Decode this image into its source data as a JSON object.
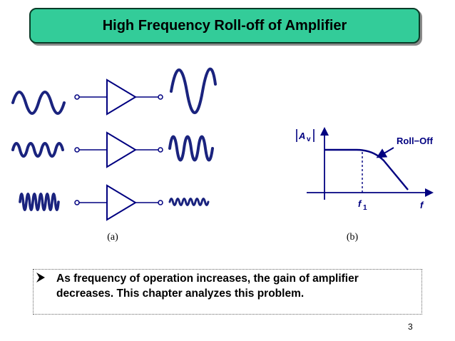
{
  "slide": {
    "title": "High Frequency Roll-off of Amplifier",
    "bullet_text": "As frequency of operation increases, the gain of amplifier decreases.  This chapter analyzes this problem.",
    "page_number": "3"
  },
  "figure_a": {
    "caption": "(a)"
  },
  "figure_b": {
    "caption": "(b)",
    "y_axis_label_A": "A",
    "y_axis_label_sub": "v",
    "x_axis_label": "f",
    "cutoff_label": "f",
    "cutoff_sub": "1",
    "annotation": "Roll−Off"
  },
  "colors": {
    "title_fill": "#33cc99",
    "wave": "#1a237e",
    "stroke": "#000080",
    "bullet_arrow": "#000000"
  }
}
